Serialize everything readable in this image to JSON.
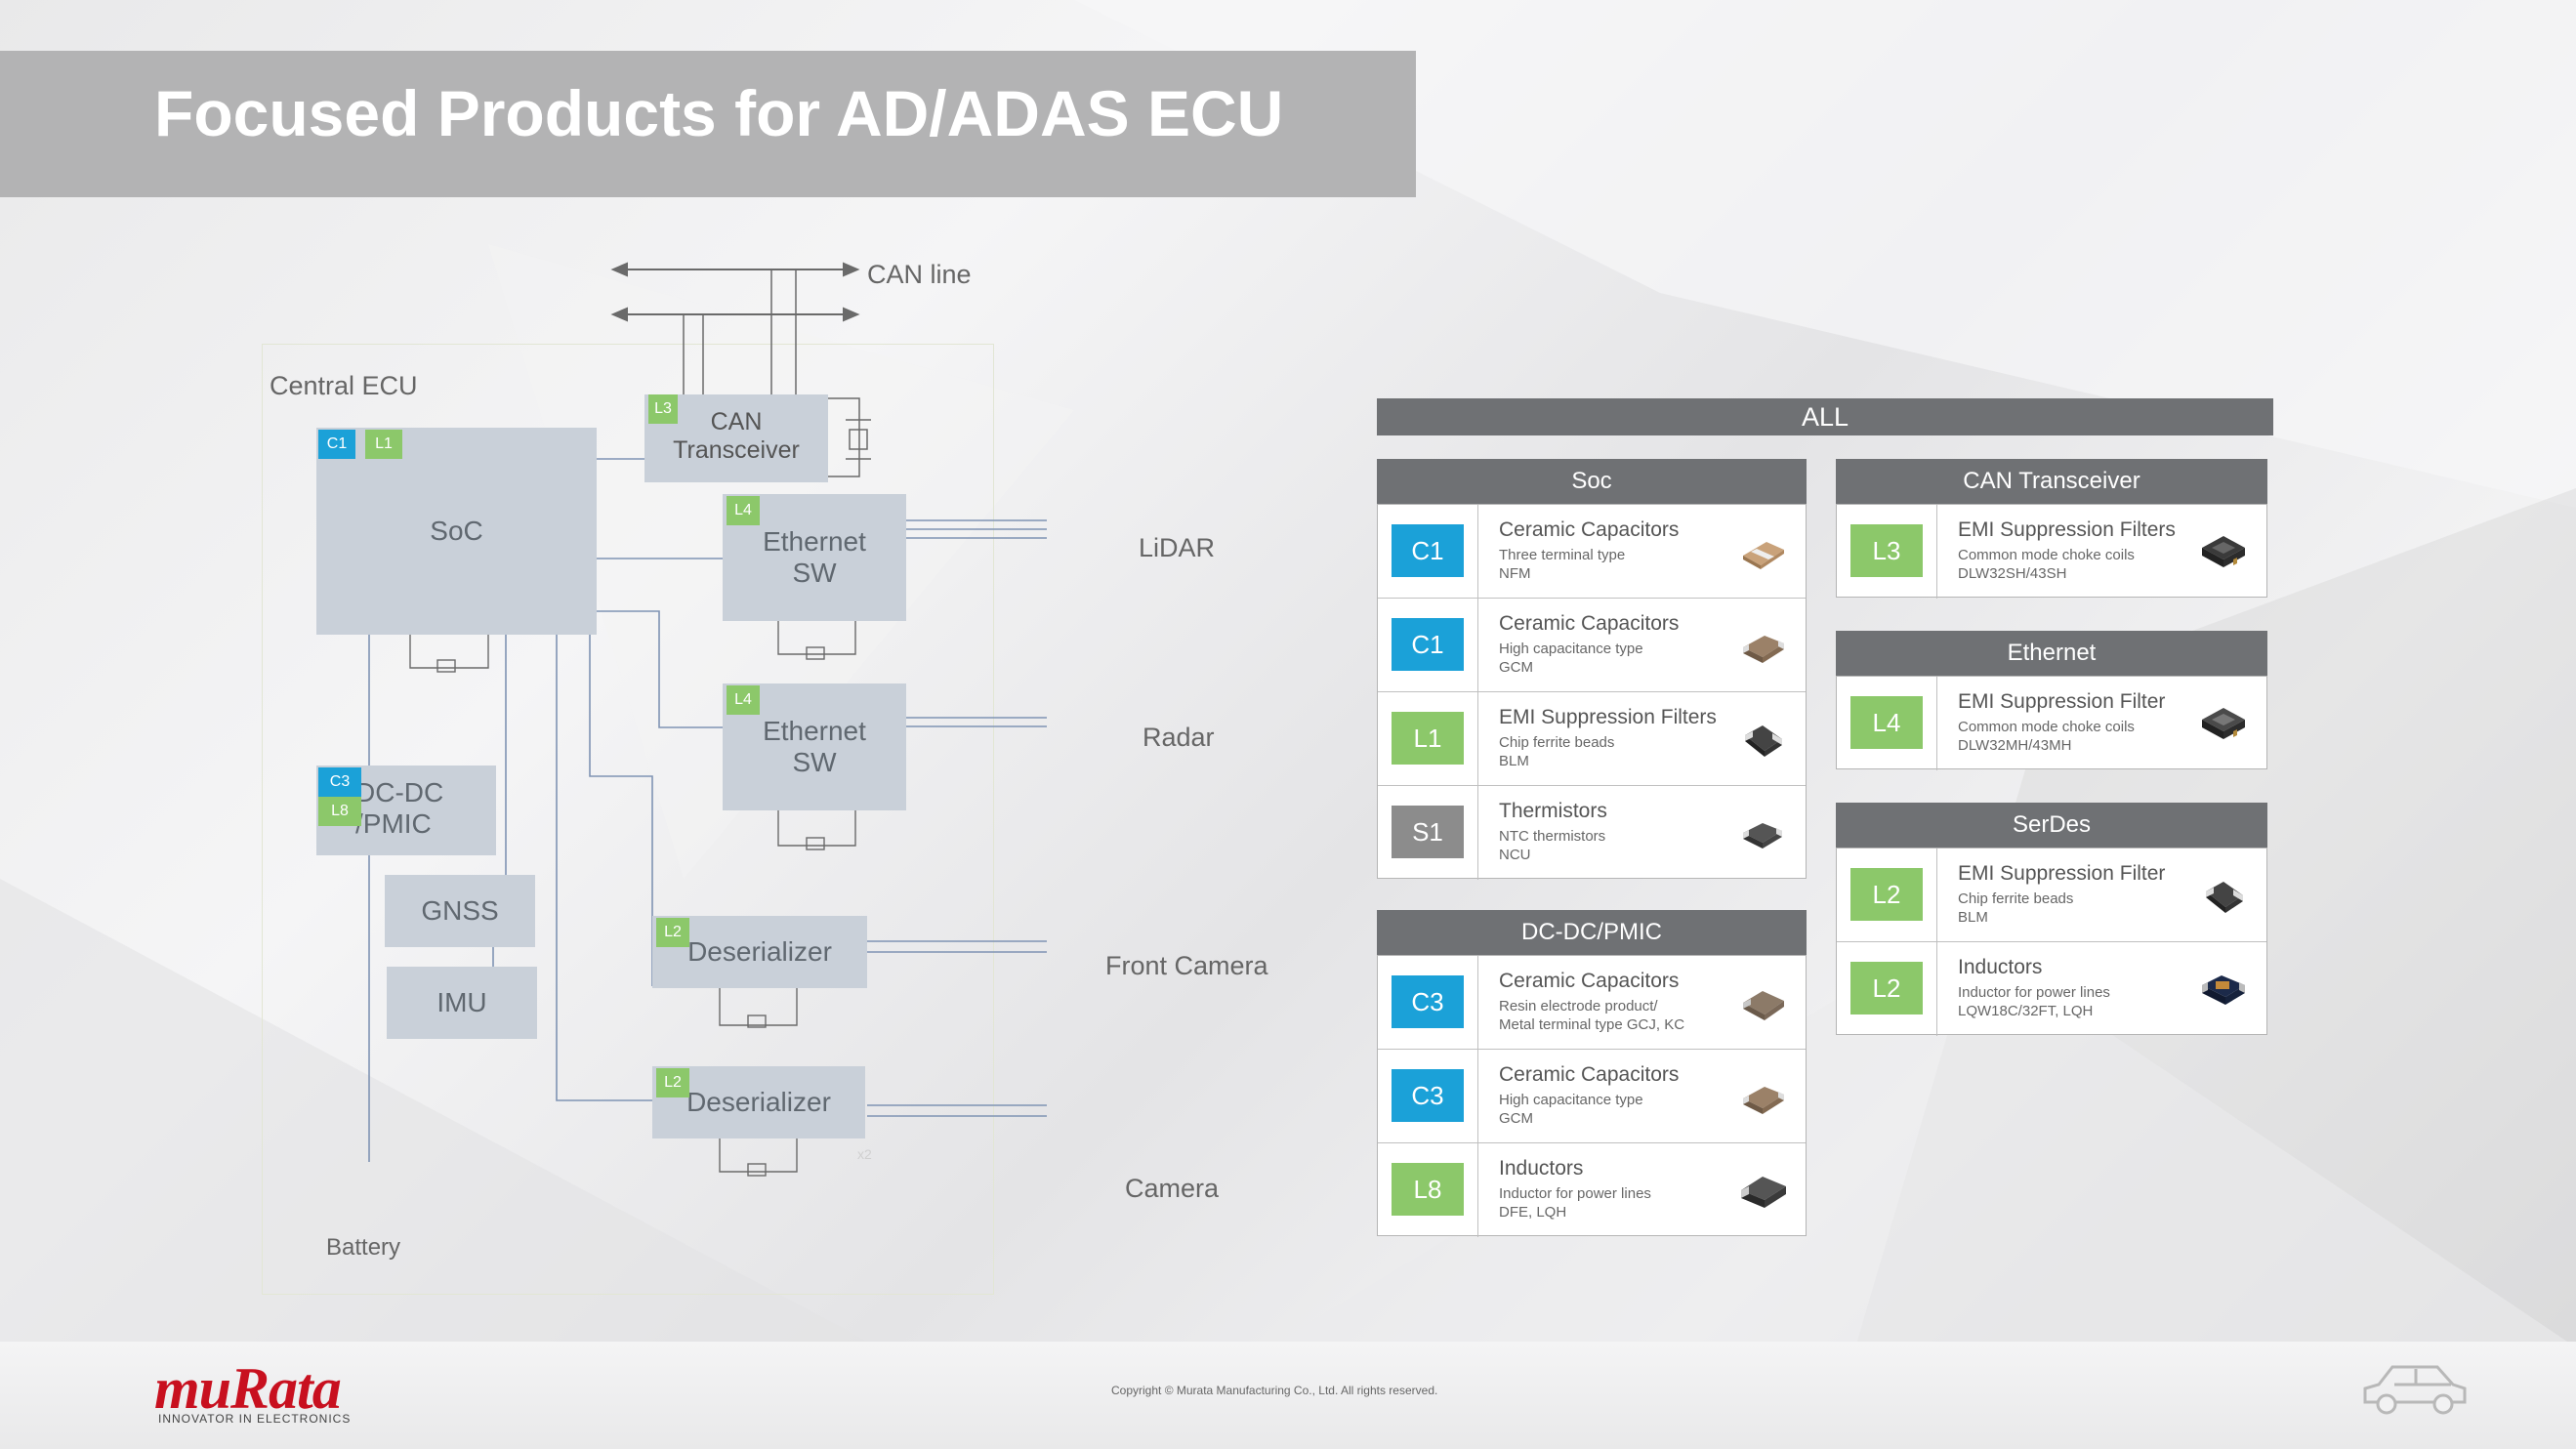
{
  "title": "Focused Products for AD/ADAS ECU",
  "diagram": {
    "can_line": "CAN  line",
    "central_ecu": "Central ECU",
    "battery": "Battery",
    "soc": "SoC",
    "can_transceiver": "CAN\nTransceiver",
    "ethernet_sw_1": "Ethernet\nSW",
    "ethernet_sw_2": "Ethernet\nSW",
    "dcdc": "DC-DC\n/PMIC",
    "gnss": "GNSS",
    "imu": "IMU",
    "deserializer_1": "Deserializer",
    "deserializer_2": "Deserializer",
    "x2": "x2",
    "tags": {
      "soc_c": "C1",
      "soc_l": "L1",
      "can": "L3",
      "eth1": "L4",
      "eth2": "L4",
      "dcdc_c": "C3",
      "dcdc_l": "L8",
      "des1": "L2",
      "des2": "L2"
    },
    "outputs": {
      "lidar": "LiDAR",
      "radar": "Radar",
      "front_camera": "Front Camera",
      "camera": "Camera"
    }
  },
  "table": {
    "all": "ALL",
    "soc": {
      "header": "Soc",
      "rows": [
        {
          "code": "C1",
          "name": "Ceramic Capacitors",
          "sub1": "Three terminal type",
          "sub2": "NFM"
        },
        {
          "code": "C1",
          "name": "Ceramic Capacitors",
          "sub1": "High capacitance type",
          "sub2": "GCM"
        },
        {
          "code": "L1",
          "name": "EMI Suppression Filters",
          "sub1": "Chip ferrite beads",
          "sub2": "BLM"
        },
        {
          "code": "S1",
          "name": "Thermistors",
          "sub1": "NTC thermistors",
          "sub2": "NCU"
        }
      ]
    },
    "dcdc": {
      "header": "DC-DC/PMIC",
      "rows": [
        {
          "code": "C3",
          "name": "Ceramic Capacitors",
          "sub1": "Resin electrode product/",
          "sub2": "Metal terminal type GCJ, KC"
        },
        {
          "code": "C3",
          "name": "Ceramic Capacitors",
          "sub1": "High capacitance type",
          "sub2": "GCM"
        },
        {
          "code": "L8",
          "name": "Inductors",
          "sub1": "Inductor for power lines",
          "sub2": "DFE, LQH"
        }
      ]
    },
    "can": {
      "header": "CAN Transceiver",
      "rows": [
        {
          "code": "L3",
          "name": "EMI Suppression Filters",
          "sub1": "Common mode choke coils",
          "sub2": "DLW32SH/43SH"
        }
      ]
    },
    "ethernet": {
      "header": "Ethernet",
      "rows": [
        {
          "code": "L4",
          "name": "EMI Suppression Filter",
          "sub1": "Common mode choke coils",
          "sub2": "DLW32MH/43MH"
        }
      ]
    },
    "serdes": {
      "header": "SerDes",
      "rows": [
        {
          "code": "L2",
          "name": "EMI Suppression Filter",
          "sub1": "Chip ferrite beads",
          "sub2": "BLM"
        },
        {
          "code": "L2",
          "name": "Inductors",
          "sub1": "Inductor for power lines",
          "sub2": "LQW18C/32FT, LQH"
        }
      ]
    }
  },
  "footer": {
    "logo": "muRata",
    "tagline": "INNOVATOR IN ELECTRONICS",
    "copyright": "Copyright © Murata Manufacturing Co., Ltd. All rights reserved."
  },
  "colors": {
    "capacitor": "#1ba1d8",
    "inductor": "#8cc86a",
    "thermistor": "#8c8c8c",
    "brand": "#c8101f"
  }
}
